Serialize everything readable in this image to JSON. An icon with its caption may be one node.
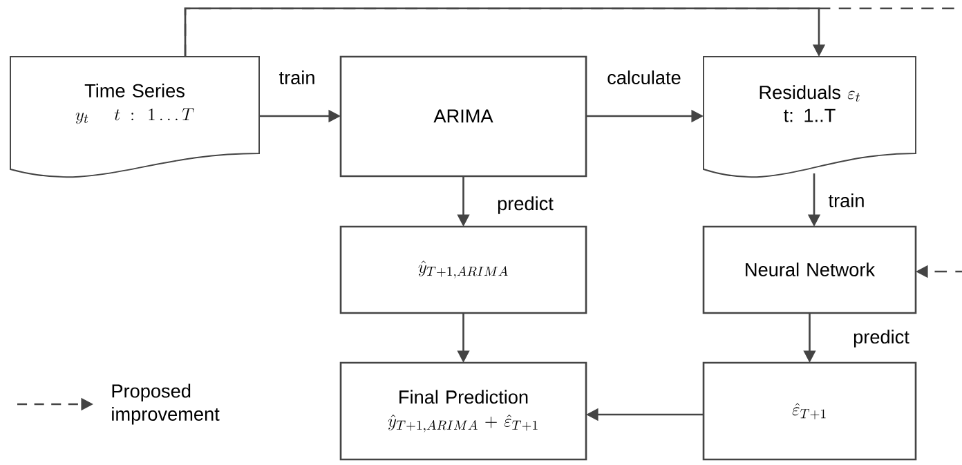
{
  "diagram": {
    "nodes": [
      {
        "text": [
          "Time Series",
          "y_t \\;\\; t\\!: 1 \\ldots T"
        ]
      },
      {
        "text": [
          "ARIMA"
        ]
      },
      {
        "text": [
          "\\mbox{Residuals}\\ \\varepsilon_t",
          "t: 1..T"
        ]
      },
      {
        "text": [
          "\\hat{y}_{T+1,ARIMA}"
        ]
      },
      {
        "text": [
          "Neural Network"
        ]
      },
      {
        "text": [
          "Final Prediction",
          "\\hat{y}_{T+1,ARIMA} + \\hat{\\varepsilon}_{T+1}"
        ]
      },
      {
        "text": [
          "\\hat{\\varepsilon}_{T+1}"
        ]
      }
    ],
    "edges": [
      {
        "from": 0,
        "to": 1,
        "arrow": "to",
        "label": "train"
      },
      {
        "from": 1,
        "to": 2,
        "arrow": "to",
        "label": "calculate"
      },
      {
        "from": 0,
        "to": 2,
        "arrow": "to"
      },
      {
        "from": 0,
        "to": 4,
        "arrow": "to",
        "style": "dashed"
      },
      {
        "from": 1,
        "to": 3,
        "arrow": "to",
        "label": "predict"
      },
      {
        "from": 2,
        "to": 4,
        "arrow": "to",
        "label": "train"
      },
      {
        "from": 3,
        "to": 5,
        "arrow": "to"
      },
      {
        "from": 4,
        "to": 6,
        "arrow": "to",
        "label": "predict"
      },
      {
        "from": 6,
        "to": 5,
        "arrow": "to"
      }
    ],
    "legend": [
      {
        "text": "Proposed improvement"
      }
    ]
  }
}
